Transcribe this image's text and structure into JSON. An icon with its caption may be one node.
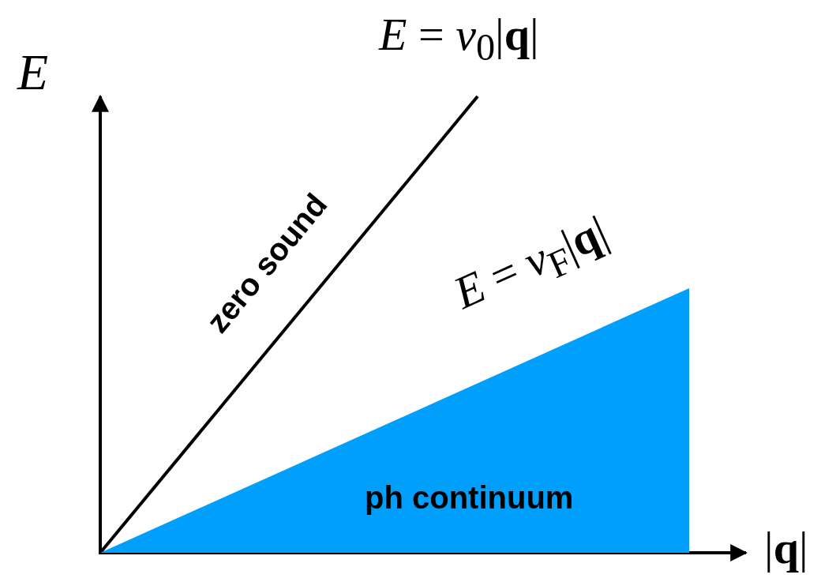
{
  "diagram": {
    "nodes": [
      {
        "text": [
          "ph continuum"
        ]
      }
    ],
    "labels": [
      "*E* = *v*$_{0}$|**q**|",
      "*E*",
      "zero sound",
      "*E* = *v*$_{F}$|**q**|",
      "|**q**|"
    ]
  }
}
